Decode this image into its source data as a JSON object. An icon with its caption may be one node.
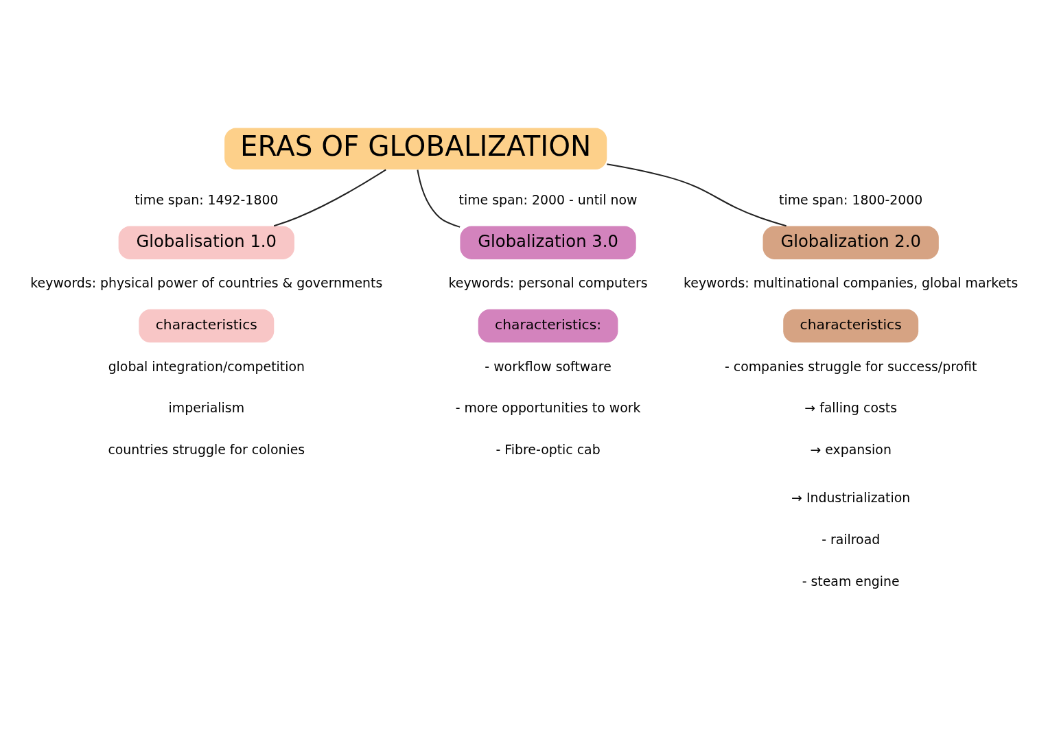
{
  "diagram": {
    "nodes": [
      {
        "text": [
          "ERAS OF GLOBALIZATION"
        ]
      },
      {
        "text": [
          "Globalisation 1.0"
        ],
        "beside": [
          "time span: 1492-1800"
        ]
      },
      {
        "text": [
          "characteristics"
        ]
      },
      {
        "text": [
          "Globalization 3.0"
        ],
        "beside": [
          "time span: 2000 - until now"
        ]
      },
      {
        "text": [
          "characteristics:"
        ]
      },
      {
        "text": [
          "Globalization 2.0"
        ],
        "beside": [
          "time span: 1800-2000"
        ]
      },
      {
        "text": [
          "characteristics"
        ]
      }
    ],
    "edges": [
      {
        "from": 0,
        "to": 1,
        "arrow": "none"
      },
      {
        "from": 0,
        "to": 3,
        "arrow": "none"
      },
      {
        "from": 0,
        "to": 5,
        "arrow": "none"
      }
    ],
    "labels": [
      "keywords: physical power of countries & governments",
      "global integration/competition",
      "imperialism",
      "countries struggle for colonies",
      "keywords: personal computers",
      "- workflow software",
      "- more opportunities to work",
      "- Fibre-optic cab",
      "keywords: multinational companies, global markets",
      "- companies struggle for success/profit",
      "→ falling costs",
      "→ expansion",
      "→ Industrialization",
      "- railroad",
      "- steam engine"
    ]
  }
}
